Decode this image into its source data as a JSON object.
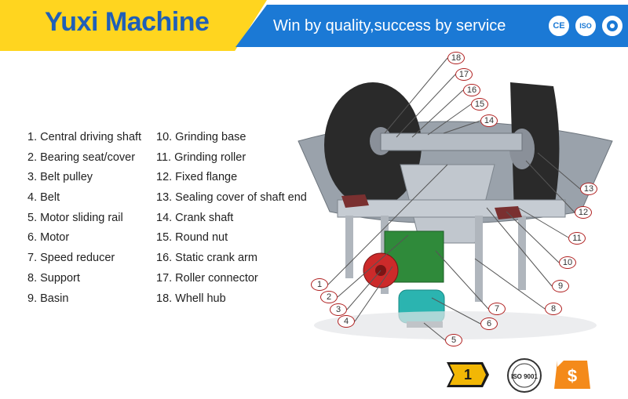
{
  "header": {
    "brand": "Yuxi Machine",
    "slogan": "Win by quality,success by service",
    "cert_icons": [
      "ce-mark-icon",
      "iso-icon",
      "quality-seal-icon"
    ],
    "cert_labels": [
      "CE",
      "ISO",
      ""
    ]
  },
  "colors": {
    "brand_bg": "#ffd51f",
    "brand_text": "#1f5fb8",
    "slogan_bg": "#1b79d5",
    "callout_ring": "#b02020"
  },
  "parts_left": [
    "1. Central driving shaft",
    "2. Bearing seat/cover",
    "3. Belt pulley",
    "4. Belt",
    "5. Motor sliding rail",
    "6. Motor",
    "7. Speed reducer",
    "8. Support",
    "9. Basin"
  ],
  "parts_right": [
    "10. Grinding base",
    "11. Grinding roller",
    "12. Fixed flange",
    "13. Sealing cover of shaft end",
    "14. Crank shaft",
    "15. Round nut",
    "16. Static crank arm",
    "17. Roller connector",
    "18. Whell hub"
  ],
  "callouts": [
    "1",
    "2",
    "3",
    "4",
    "5",
    "6",
    "7",
    "8",
    "9",
    "10",
    "11",
    "12",
    "13",
    "14",
    "15",
    "16",
    "17",
    "18"
  ],
  "footer_badges": [
    {
      "icon": "warranty-badge-icon",
      "text": "1"
    },
    {
      "icon": "iso9001-cqc-seal-icon",
      "text": "ISO 9001"
    },
    {
      "icon": "price-tag-dollar-icon",
      "text": "$"
    }
  ]
}
